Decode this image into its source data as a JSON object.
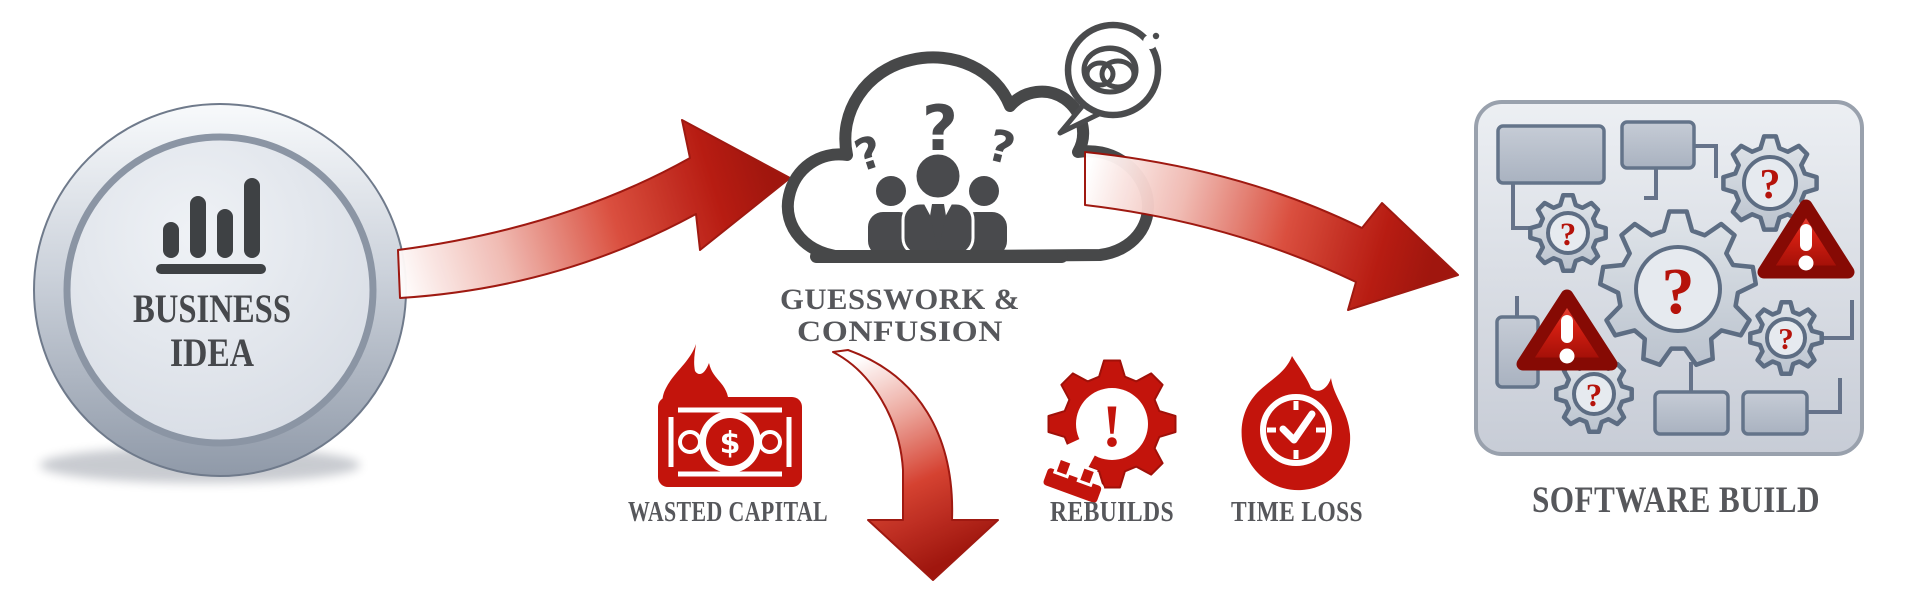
{
  "diagram": {
    "source": {
      "label_line1": "BUSINESS",
      "label_line2": "IDEA"
    },
    "middle": {
      "label_line1": "GUESSWORK &",
      "label_line2": "CONFUSION"
    },
    "result": {
      "label": "SOFTWARE BUILD"
    },
    "consequences": [
      {
        "label": "WASTED CAPITAL"
      },
      {
        "label": "REBUILDS"
      },
      {
        "label": "TIME LOSS"
      }
    ]
  },
  "symbols": {
    "question_mark": "?",
    "exclamation_mark": "!",
    "dollar_sign": "$"
  },
  "icons": {
    "bar_chart_icon": "rising bars",
    "cloud_icon": "cloud outline",
    "people_icon": "three person silhouettes",
    "thought_scribble_icon": "speech bubble with tangled scribble",
    "arrow_icon": "red curved swoosh arrow",
    "flame_icon": "fire",
    "banknote_icon": "dollar bill",
    "broken_gear_icon": "cracked gear with exclamation",
    "clock_icon": "stopwatch in fireball",
    "gear_icon": "gear with question mark",
    "warning_triangle_icon": "red alert triangle"
  },
  "colors": {
    "accent_red": "#c3140c",
    "dark_red": "#8e0b06",
    "icon_gray": "#494a4d",
    "label_gray": "#56575b",
    "panel_silver": "#dfe3e9",
    "slate_outline": "#5d6d83",
    "background": "#ffffff"
  }
}
